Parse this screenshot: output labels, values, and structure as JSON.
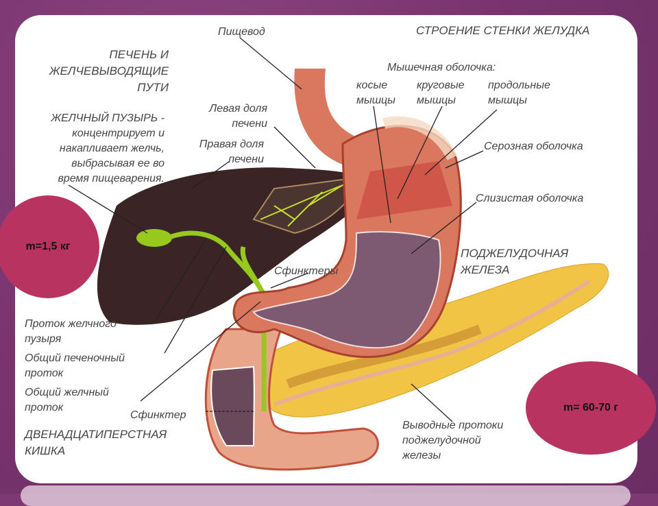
{
  "titles": {
    "liver_section": "ПЕЧЕНЬ И\nЖЕЛЧЕВЫВОДЯЩИЕ\nПУТИ",
    "stomach_wall": "СТРОЕНИЕ СТЕНКИ ЖЕЛУДКА",
    "pancreas": "ПОДЖЕЛУДОЧНАЯ\nЖЕЛЕЗА",
    "duodenum": "ДВЕНАДЦАТИПЕРСТНАЯ\nКИШКА"
  },
  "labels": {
    "esophagus": "Пищевод",
    "gallbladder": "ЖЕЛЧНЫЙ ПУЗЫРЬ -\nконцентрирует и\nнакапливает желчь,\nвыбрасывая ее во\nвремя пищеварения.",
    "left_lobe": "Левая доля\nпечени",
    "right_lobe": "Правая доля\nпечени",
    "muscle_layer": "Мышечная оболочка:",
    "oblique": "косые\nмышцы",
    "circular": "круговые\nмышцы",
    "longitudinal": "продольные\nмышцы",
    "serous": "Серозная оболочка",
    "mucous": "Слизистая оболочка",
    "sphincters": "Сфинктеры",
    "cystic_duct": "Проток желчного\nпузыря",
    "hepatic_duct": "Общий печеночный\nпроток",
    "bile_duct": "Общий желчный\nпроток",
    "sphincter": "Сфинктер",
    "pancreatic_ducts": "Выводные протоки\nподжелудочной\nжелезы"
  },
  "badges": {
    "liver_mass": "m=1,5 кг",
    "pancreas_mass": "m= 60-70 г"
  },
  "colors": {
    "background": "#7d3a72",
    "badge": "#b8335f",
    "liver": "#3a2426",
    "bile": "#9ccc1a",
    "pancreas": "#f0c040",
    "stomach_wall": "#d9785f"
  }
}
